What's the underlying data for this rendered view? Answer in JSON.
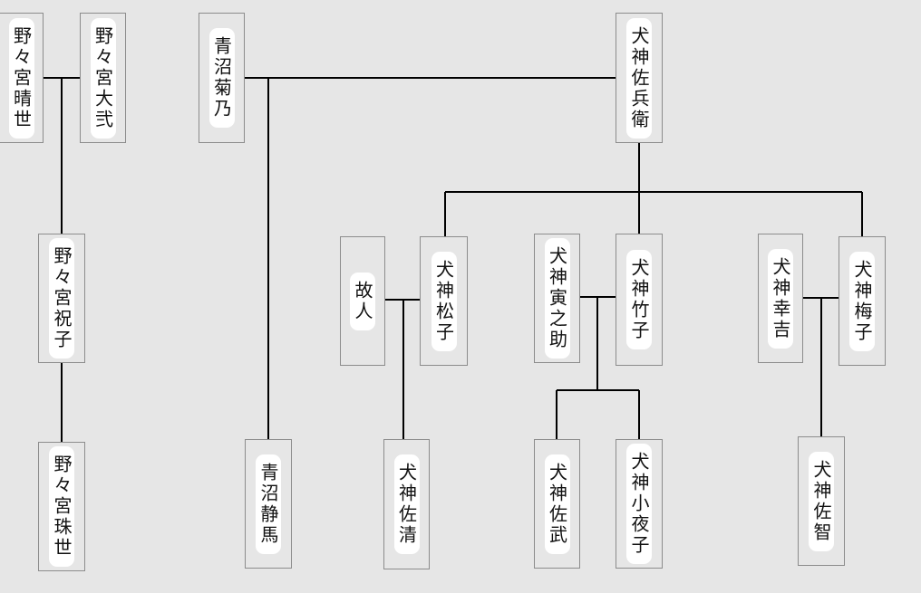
{
  "colors": {
    "background": "#e6e6e6",
    "line": "#000000",
    "box_border": "#8c8c8c",
    "label_bg": "#ffffff"
  },
  "people": {
    "nonomiya_harue": "野々宮晴世",
    "nonomiya_daini": "野々宮大弐",
    "nonomiya_iwaiko": "野々宮祝子",
    "nonomiya_tamayo": "野々宮珠世",
    "aonuma_kikuno": "青沼菊乃",
    "aonuma_shizuma": "青沼静馬",
    "inugami_sahei": "犬神佐兵衛",
    "kojin": "故人",
    "inugami_matsuko": "犬神松子",
    "inugami_sakiyo": "犬神佐清",
    "inugami_toranosuke": "犬神寅之助",
    "inugami_takeko": "犬神竹子",
    "inugami_satake": "犬神佐武",
    "inugami_sayoko": "犬神小夜子",
    "inugami_kokichi": "犬神幸吉",
    "inugami_umeko": "犬神梅子",
    "inugami_satomo": "犬神佐智"
  }
}
